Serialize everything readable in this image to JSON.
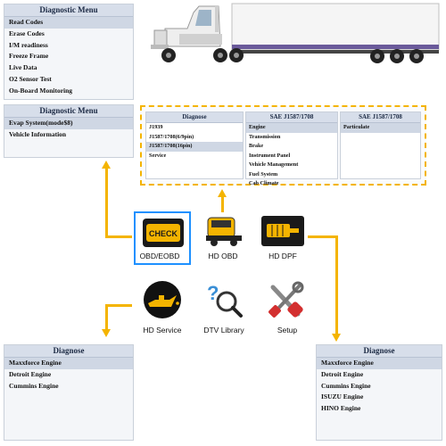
{
  "diag_menu_1": {
    "title": "Diagnostic Menu",
    "items": [
      "Read Codes",
      "Erase Codes",
      "I/M readiness",
      "Freeze Frame",
      "Live Data",
      "O2 Sensor Test",
      "On-Board Monitoring"
    ]
  },
  "diag_menu_2": {
    "title": "Diagnostic Menu",
    "items": [
      "Evap System(mode$8)",
      "Vehicle Information"
    ]
  },
  "hd_obd_panel": {
    "diagnose": {
      "title": "Diagnose",
      "items": [
        "J1939",
        "J1587/1708(6/9pin)",
        "J1587/1708(16pin)",
        "Service"
      ]
    },
    "sae_engine": {
      "title": "SAE J1587/1708",
      "items": [
        "Engine",
        "Transmission",
        "Brake",
        "Instrument Panel",
        "Vehicle Management",
        "Fuel System",
        "Cab Climate"
      ]
    },
    "sae_particulate": {
      "title": "SAE J1587/1708",
      "items": [
        "Particulate"
      ]
    }
  },
  "icons": {
    "obd": "OBD/EOBD",
    "hd_obd": "HD OBD",
    "hd_dpf": "HD DPF",
    "hd_service": "HD Service",
    "dtv_library": "DTV Library",
    "setup": "Setup",
    "check_text": "CHECK"
  },
  "diagnose_left": {
    "title": "Diagnose",
    "items": [
      "Maxxforce Engine",
      "Detroit Engine",
      "Cummins Engine"
    ]
  },
  "diagnose_right": {
    "title": "Diagnose",
    "items": [
      "Maxxforce Engine",
      "Detroit Engine",
      "Cummins Engine",
      "ISUZU Engine",
      "HINO Engine"
    ]
  },
  "colors": {
    "arrow": "#f4b400",
    "highlight": "#1e90ff",
    "panel_head": "#d7deea"
  }
}
